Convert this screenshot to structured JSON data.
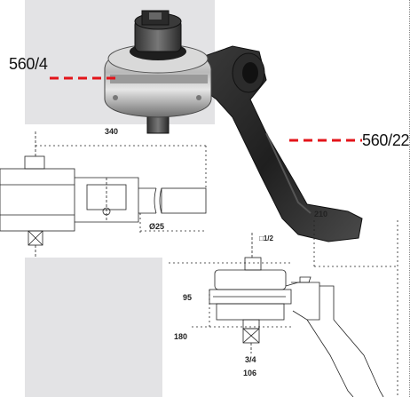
{
  "callouts": {
    "head": "560/4",
    "arm": "560/22"
  },
  "dimensions": {
    "length_340": "340",
    "diameter_25": "Ø25",
    "reach_210": "210",
    "square_1_2": "□1/2",
    "height_95": "95",
    "width_180": "180",
    "square_3_4": "3/4",
    "size_106": "106"
  },
  "colors": {
    "callout_line": "#e3141a",
    "panel": "#e3e3e5"
  }
}
